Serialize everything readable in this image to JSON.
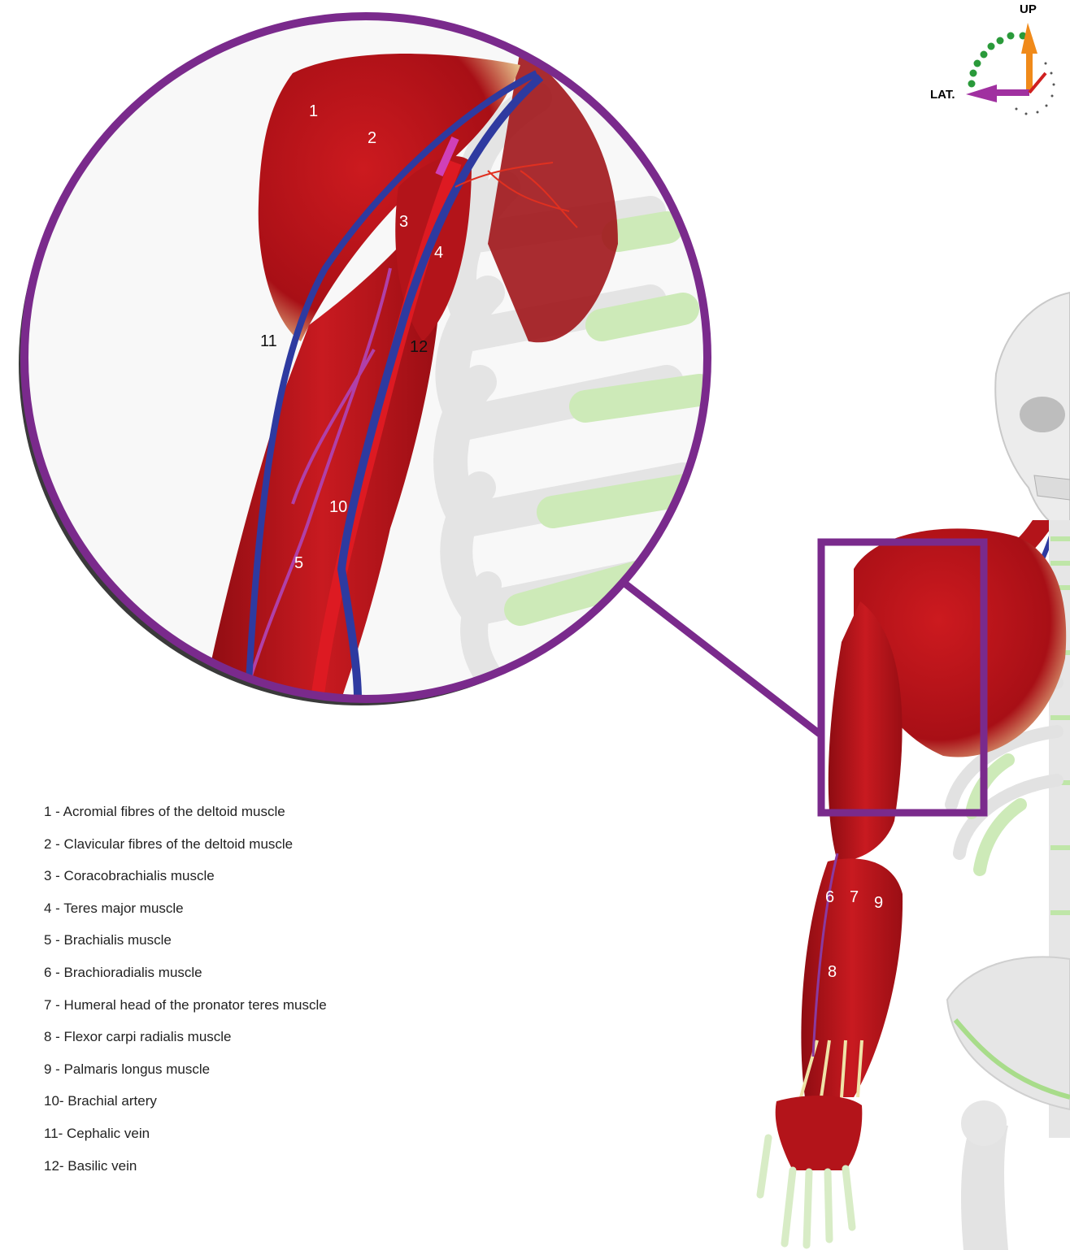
{
  "orientation": {
    "up": "UP",
    "lateral": "LAT."
  },
  "callouts": {
    "zoom": [
      "1",
      "2",
      "3",
      "4",
      "5",
      "10",
      "11",
      "12"
    ],
    "forearm": [
      "6",
      "7",
      "9",
      "8"
    ]
  },
  "legend": [
    "1 - Acromial fibres of the deltoid muscle",
    "2 - Clavicular fibres of the deltoid muscle",
    "3 - Coracobrachialis muscle",
    "4 - Teres major muscle",
    "5 - Brachialis muscle",
    "6 - Brachioradialis muscle",
    "7 - Humeral head of the pronator teres muscle",
    "8 - Flexor carpi radialis muscle",
    "9 - Palmaris longus muscle",
    "10- Brachial artery",
    "11- Cephalic vein",
    "12- Basilic vein"
  ],
  "colors": {
    "frame": "#7a2a8c",
    "muscle": "#b8141b",
    "vein": "#2e3aa0",
    "artery": "#d8141e",
    "nerve": "#b040a8",
    "bone": "#e8e8e8",
    "cartilage": "#cdeab8"
  }
}
